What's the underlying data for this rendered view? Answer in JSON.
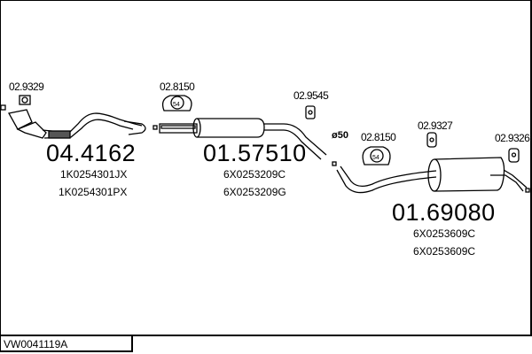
{
  "parts": [
    {
      "number": "04.4162",
      "codes": [
        "1K0254301JX",
        "1K0254301PX"
      ]
    },
    {
      "number": "01.57510",
      "codes": [
        "6X0253209C",
        "6X0253209G"
      ]
    },
    {
      "number": "01.69080",
      "codes": [
        "6X0253609C",
        "6X0253609C"
      ]
    }
  ],
  "accessories": [
    "02.9329",
    "02.8150",
    "02.9545",
    "02.8150",
    "02.9327",
    "02.9326"
  ],
  "hanger_size": "54",
  "diameter": "ø50",
  "diagram_id": "VW0041119A"
}
